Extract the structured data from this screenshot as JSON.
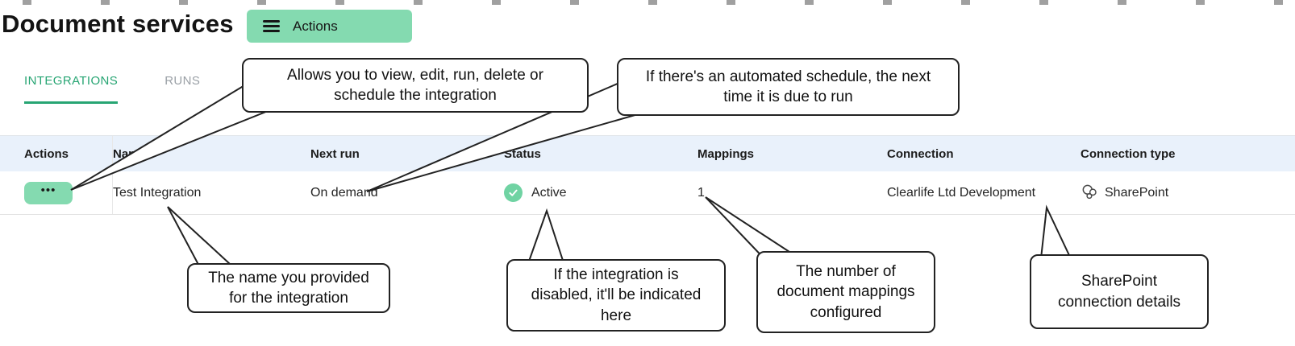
{
  "header": {
    "title": "Document services",
    "actions_label": "Actions"
  },
  "tabs": [
    {
      "label": "INTEGRATIONS",
      "active": true
    },
    {
      "label": "RUNS",
      "active": false
    }
  ],
  "table": {
    "headers": [
      "Actions",
      "Name",
      "Next run",
      "Status",
      "Mappings",
      "Connection",
      "Connection type"
    ],
    "row": {
      "actions_dots": "•••",
      "name": "Test Integration",
      "next_run": "On demand",
      "status": "Active",
      "mappings": "1",
      "connection": "Clearlife Ltd Development",
      "connection_type": "SharePoint"
    }
  },
  "callouts": {
    "actions": "Allows you to view, edit, run, delete or schedule the integration",
    "next_run": "If there's an automated schedule, the next time it is due to run",
    "name": "The name you provided for the integration",
    "status": "If the integration is disabled, it'll be indicated here",
    "mappings": "The number of document mappings configured",
    "connection": "SharePoint connection details"
  },
  "colors": {
    "accent_green": "#84dab0",
    "tab_green": "#27a573",
    "table_header_bg": "#e9f1fb"
  }
}
